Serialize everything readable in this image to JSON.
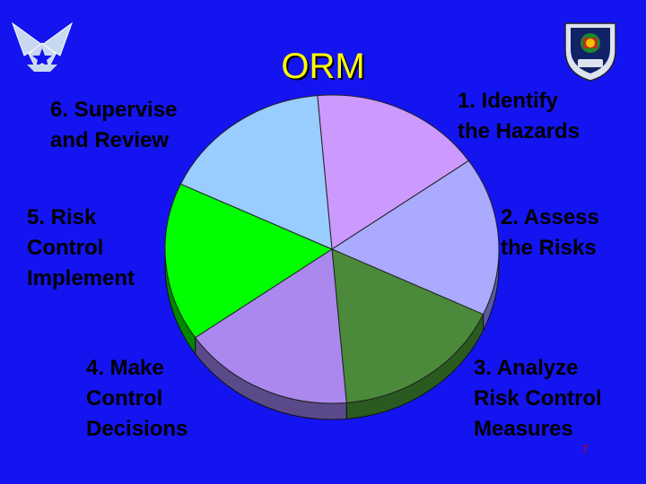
{
  "slide": {
    "title": "ORM",
    "page_number": "7",
    "steps": [
      {
        "line1": "1.  Identify",
        "line2": "the Hazards",
        "line3": "",
        "color": "#cc99ff",
        "side": "#6a4a8a"
      },
      {
        "line1": "2.  Assess",
        "line2": "the Risks",
        "line3": "",
        "color": "#aaaaff",
        "side": "#5a5aa0"
      },
      {
        "line1": "3.  Analyze",
        "line2": "Risk Control",
        "line3": "Measures",
        "color": "#4a8a3a",
        "side": "#2a5a20"
      },
      {
        "line1": "4.  Make",
        "line2": "Control",
        "line3": "Decisions",
        "color": "#aa88ee",
        "side": "#5a4a8a"
      },
      {
        "line1": "5.  Risk",
        "line2": "Control",
        "line3": "Implement",
        "color": "#00ff00",
        "side": "#008800"
      },
      {
        "line1": "6.  Supervise",
        "line2": "and Review",
        "line3": "",
        "color": "#99ccff",
        "side": "#5a7aa0"
      }
    ],
    "logos": {
      "left_icon": "air-force-symbol-icon",
      "right_icon": "command-shield-emblem-icon"
    }
  }
}
